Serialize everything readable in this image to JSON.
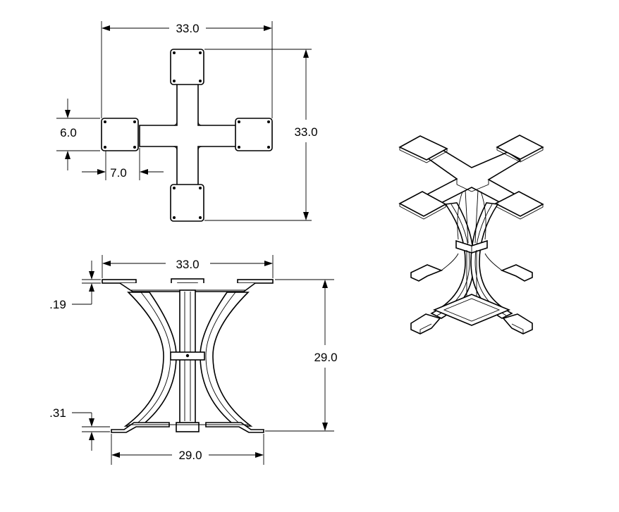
{
  "drawing": {
    "top_view": {
      "overall_width": "33.0",
      "overall_height": "33.0",
      "pad_width": "6.0",
      "arm_offset": "7.0"
    },
    "front_view": {
      "overall_width": "33.0",
      "height": "29.0",
      "base_width": "29.0",
      "top_plate_thickness": ".19",
      "foot_thickness": ".31"
    },
    "colors": {
      "line": "#000000",
      "background": "#ffffff"
    }
  }
}
